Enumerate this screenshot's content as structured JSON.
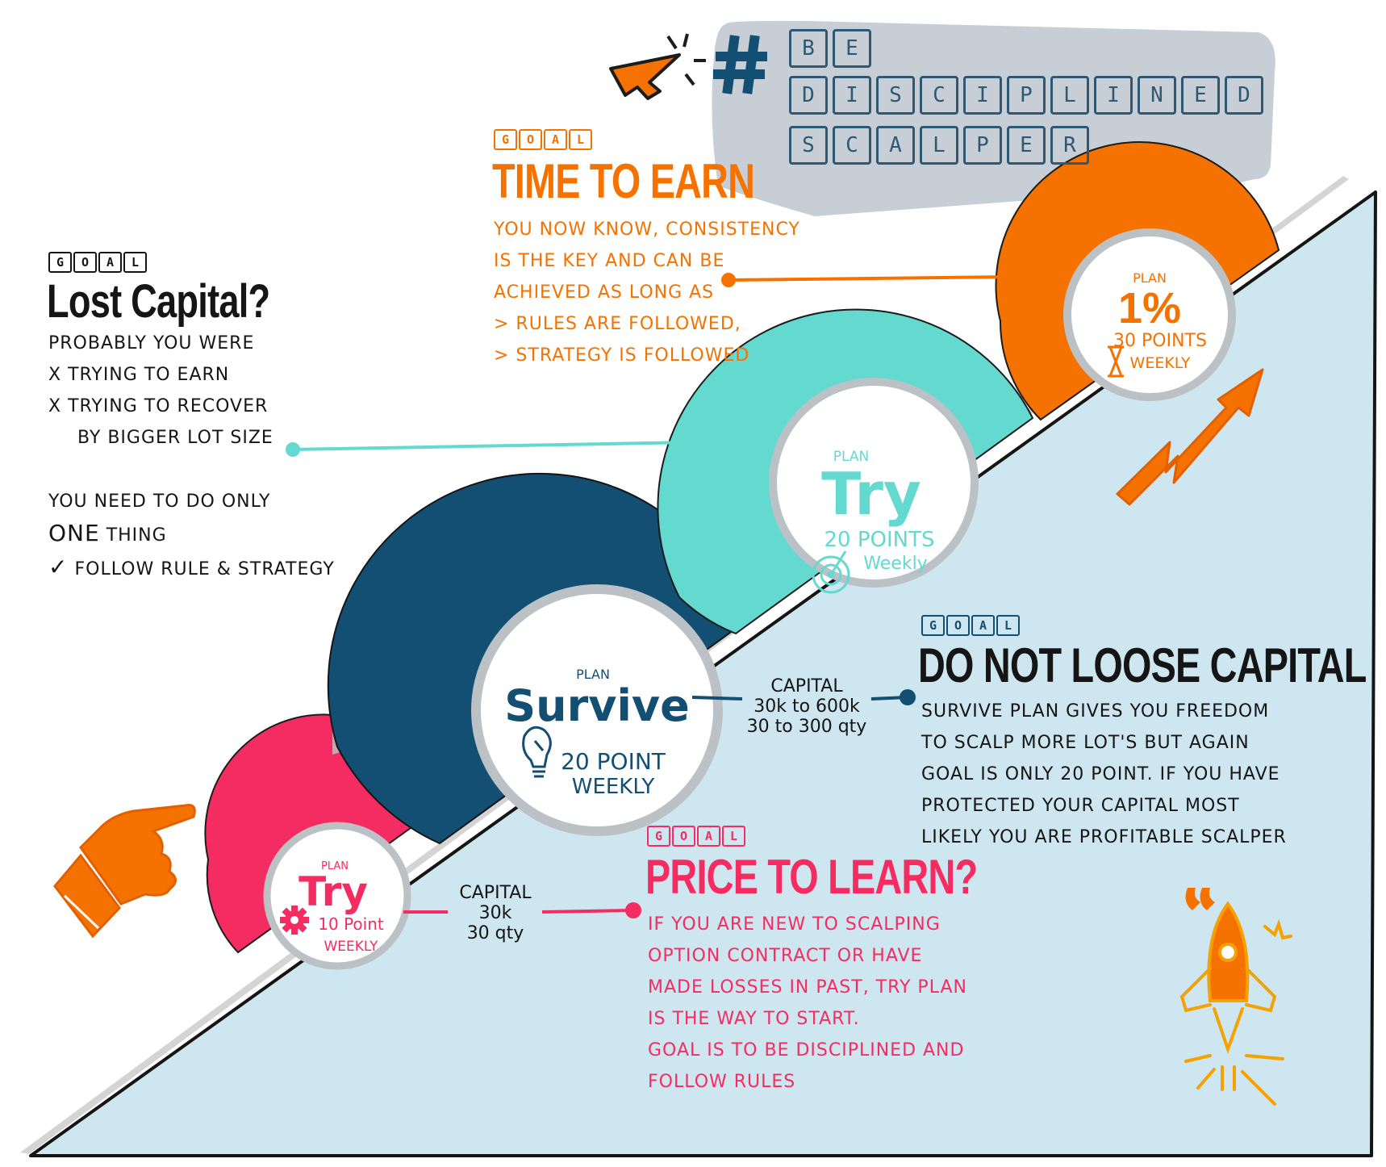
{
  "header": {
    "hash_symbol": "#",
    "words": [
      {
        "letters": [
          "B",
          "E"
        ]
      },
      {
        "letters": [
          "D",
          "I",
          "S",
          "C",
          "I",
          "P",
          "L",
          "I",
          "N",
          "E",
          "D"
        ]
      },
      {
        "letters": [
          "S",
          "C",
          "A",
          "L",
          "P",
          "E",
          "R"
        ]
      }
    ]
  },
  "goal_tag_letters": [
    "G",
    "O",
    "A",
    "L"
  ],
  "sections": {
    "time_to_earn": {
      "title": "TIME TO EARN",
      "lines": [
        "YOU NOW KNOW, CONSISTENCY",
        "IS THE KEY AND CAN BE",
        "ACHIEVED AS LONG AS",
        "> RULES ARE FOLLOWED,",
        "> STRATEGY IS FOLLOWED"
      ]
    },
    "lost_capital": {
      "title": "Lost Capital?",
      "lines": [
        "PROBABLY YOU WERE",
        "X TRYING TO EARN",
        "X TRYING TO RECOVER",
        "BY BIGGER LOT SIZE"
      ],
      "need_line": "YOU NEED TO DO ONLY",
      "one_word": "ONE",
      "thing_word": "THING",
      "check_mark": "✓",
      "follow_line": "FOLLOW RULE & STRATEGY"
    },
    "do_not_loose": {
      "title": "DO NOT LOOSE CAPITAL",
      "lines": [
        "SURVIVE PLAN GIVES YOU FREEDOM",
        "TO SCALP MORE LOT'S BUT AGAIN",
        "GOAL IS ONLY 20 POINT. IF YOU HAVE",
        "PROTECTED YOUR CAPITAL MOST",
        "LIKELY YOU ARE PROFITABLE SCALPER"
      ]
    },
    "price_to_learn": {
      "title": "PRICE TO LEARN?",
      "lines": [
        "IF YOU ARE NEW TO SCALPING",
        "OPTION CONTRACT OR HAVE",
        "MADE LOSSES IN PAST, TRY PLAN",
        "IS THE WAY TO START.",
        "GOAL IS TO BE DISCIPLINED AND",
        "FOLLOW RULES"
      ]
    }
  },
  "plans": {
    "try_small": {
      "plan_label": "PLAN",
      "name": "Try",
      "points": "10 Point",
      "period": "WEEKLY",
      "capital_label": "CAPITAL",
      "capital_amount": "30k",
      "capital_qty": "30 qty"
    },
    "survive": {
      "plan_label": "PLAN",
      "name": "Survive",
      "points": "20 POINT",
      "period": "WEEKLY",
      "capital_label": "CAPITAL",
      "capital_amount": "30k to 600k",
      "capital_qty": "30 to 300 qty"
    },
    "try_mid": {
      "plan_label": "PLAN",
      "name": "Try",
      "points": "20 POINTS",
      "period": "Weekly"
    },
    "one_percent": {
      "plan_label": "PLAN",
      "name": "1%",
      "points": "30 POINTS",
      "period": "WEEKLY"
    }
  },
  "colors": {
    "navy": "#134e73",
    "teal": "#63d9d0",
    "orange": "#f57200",
    "pink": "#f52c62",
    "slope": "#cde6ef",
    "banner": "#c8ced6",
    "dark_text": "#151515"
  },
  "icons": [
    "cursor-arrow-icon",
    "pointing-hand-icon",
    "rocket-icon",
    "zigzag-arrow-icon",
    "gear-icon",
    "lightbulb-icon",
    "target-icon",
    "hourglass-icon",
    "quote-icon"
  ]
}
